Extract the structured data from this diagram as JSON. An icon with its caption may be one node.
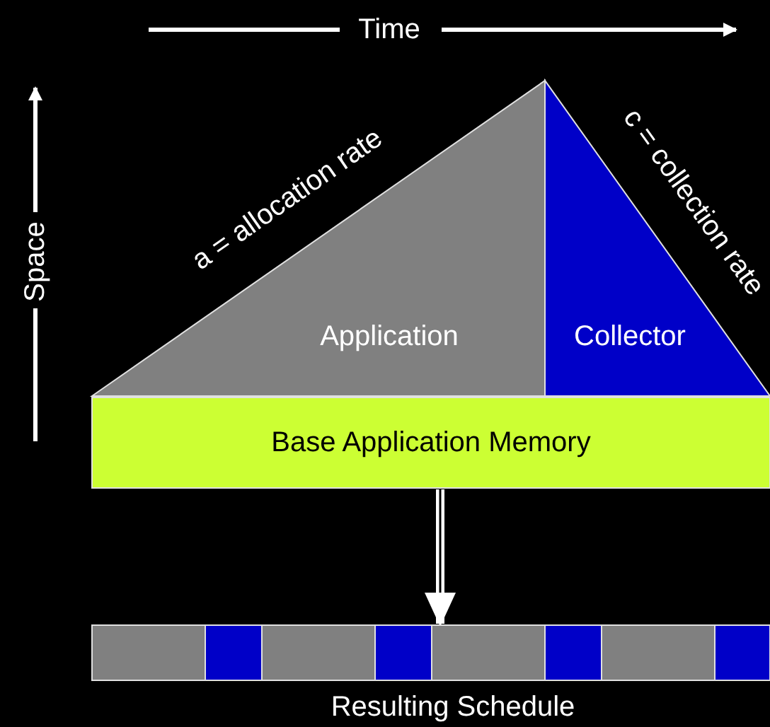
{
  "diagram": {
    "nodes": [
      {
        "text": [
          "Application"
        ],
        "beside": [
          "a = allocation rate"
        ]
      },
      {
        "text": [
          "Collector"
        ],
        "beside": [
          "c = collection rate"
        ]
      },
      {
        "text": [
          "Base Application Memory"
        ]
      },
      {
        "text": [
          "Resulting Schedule"
        ]
      }
    ],
    "edges": [
      {
        "from": 2,
        "to": 3,
        "arrow": "to"
      }
    ],
    "labels": [
      "Time",
      "Space"
    ]
  }
}
